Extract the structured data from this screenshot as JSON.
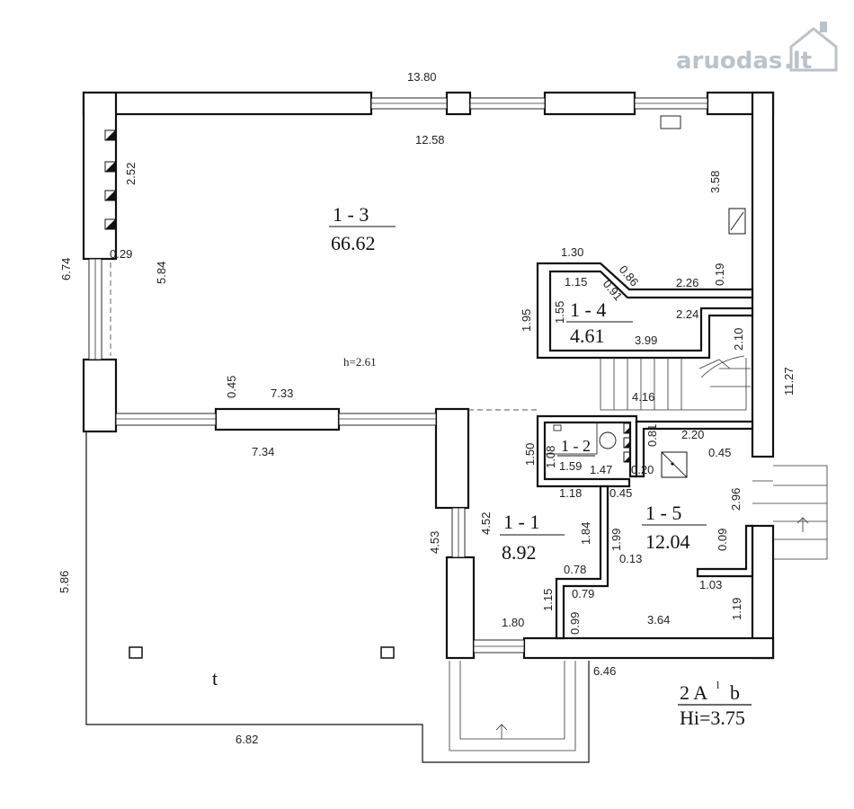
{
  "watermark": {
    "brand": "aruodas",
    "tld": ".lt"
  },
  "rooms": {
    "r13": {
      "id": "1 - 3",
      "area": "66.62"
    },
    "r14": {
      "id": "1 - 4",
      "area": "4.61"
    },
    "r12": {
      "id": "1 - 2"
    },
    "r11": {
      "id": "1 - 1",
      "area": "8.92"
    },
    "r15": {
      "id": "1 - 5",
      "area": "12.04"
    },
    "terrace": {
      "id": "t"
    }
  },
  "ceiling_height": "h=2.61",
  "legend": {
    "code": "2 A",
    "code_mark": "l",
    "code_b": "b",
    "height": "Hi=3.75"
  },
  "dims": {
    "d1380": "13.80",
    "d1258": "12.58",
    "d252": "2.52",
    "d674": "6.74",
    "d029": "0.29",
    "d584": "5.84",
    "d358": "3.58",
    "d130": "1.30",
    "d115a": "1.15",
    "d086": "0.86",
    "d091": "0.91",
    "d226": "2.26",
    "d019": "0.19",
    "d195": "1.95",
    "d155": "1.55",
    "d224": "2.24",
    "d399": "3.99",
    "d210": "2.10",
    "d1127": "11.27",
    "d416": "4.16",
    "d045a": "0.45",
    "d733": "7.33",
    "d734": "7.34",
    "d150": "1.50",
    "d108": "1.08",
    "d159": "1.59",
    "d147": "1.47",
    "d081": "0.81",
    "d020": "0.20",
    "d220": "2.20",
    "d045b": "0.45",
    "d118": "1.18",
    "d045c": "0.45",
    "d296": "2.96",
    "d453": "4.53",
    "d452": "4.52",
    "d184": "1.84",
    "d199": "1.99",
    "d009": "0.09",
    "d078": "0.78",
    "d013": "0.13",
    "d103": "1.03",
    "d586": "5.86",
    "d115b": "1.15",
    "d079": "0.79",
    "d099": "0.99",
    "d119": "1.19",
    "d180": "1.80",
    "d364": "3.64",
    "d646": "6.46",
    "d682": "6.82"
  }
}
